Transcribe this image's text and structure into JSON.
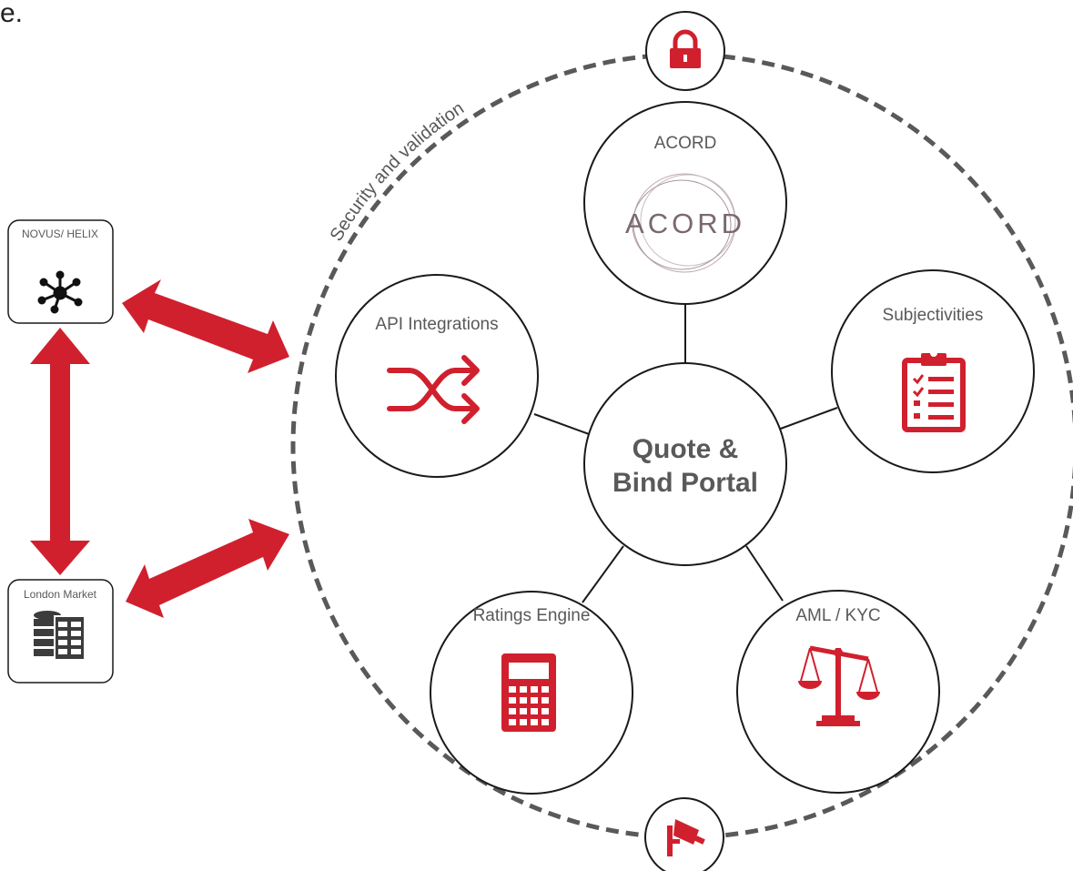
{
  "page_fragment": "e.",
  "ring": {
    "label": "Security and validation",
    "top_badge_icon": "padlock-icon",
    "bottom_badge_icon": "security-camera-icon"
  },
  "center": {
    "line1": "Quote &",
    "line2": "Bind Portal"
  },
  "nodes": {
    "acord": {
      "label": "ACORD",
      "logo_text": "ACORD",
      "icon": "acord-logo"
    },
    "api": {
      "label": "API Integrations",
      "icon": "shuffle-icon"
    },
    "subjectivities": {
      "label": "Subjectivities",
      "icon": "checklist-clipboard-icon"
    },
    "ratings": {
      "label": "Ratings Engine",
      "icon": "calculator-icon"
    },
    "aml": {
      "label": "AML / KYC",
      "icon": "balance-scale-icon"
    }
  },
  "systems": {
    "novus": {
      "label": "NOVUS/ HELIX",
      "icon": "network-hub-icon"
    },
    "london": {
      "label": "London Market",
      "icon": "database-table-icon"
    }
  },
  "colors": {
    "accent_red": "#d0202e",
    "ring_gray": "#595959",
    "outline": "#1a1a1a",
    "text_gray": "#595959"
  }
}
